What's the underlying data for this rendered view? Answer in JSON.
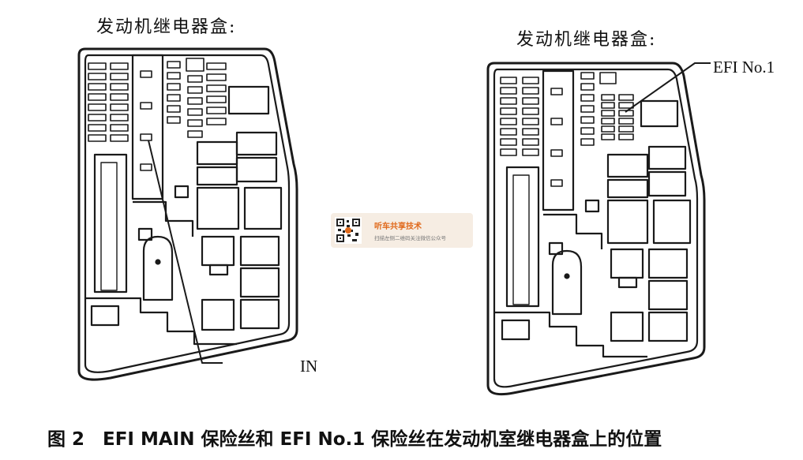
{
  "left_box": {
    "title": "发动机继电器盒:",
    "callout": "IN"
  },
  "right_box": {
    "title": "发动机继电器盒:",
    "callout": "EFI No.1"
  },
  "watermark": {
    "title": "听车共享技术",
    "subtitle": "扫描左侧二维码关注微信公众号",
    "icons": [
      "qr-code-icon"
    ]
  },
  "caption": "图 2　EFI MAIN 保险丝和 EFI No.1 保险丝在发动机室继电器盒上的位置",
  "colors": {
    "line": "#1a1a1a",
    "watermark_bg": "#f6ede3",
    "watermark_accent": "#e06a1c"
  }
}
